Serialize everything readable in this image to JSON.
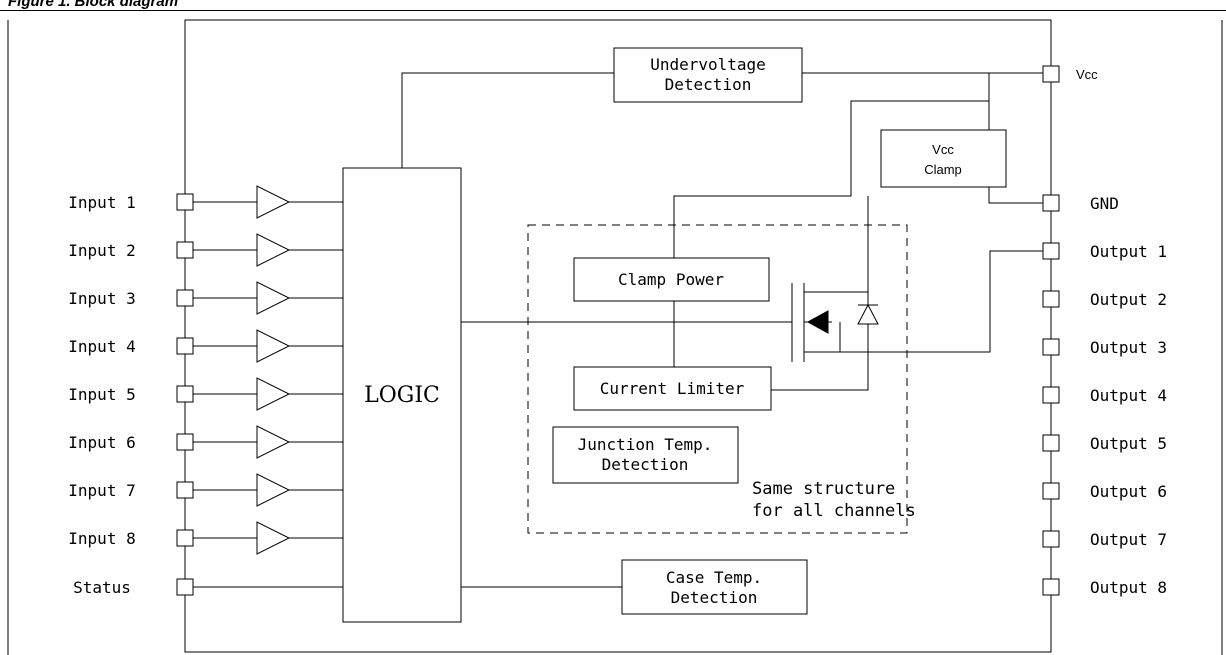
{
  "caption": "Figure 1.    Block diagram",
  "inputs": [
    "Input 1",
    "Input 2",
    "Input 3",
    "Input 4",
    "Input 5",
    "Input 6",
    "Input 7",
    "Input 8"
  ],
  "status_label": "Status",
  "outputs": [
    "Output 1",
    "Output 2",
    "Output 3",
    "Output 4",
    "Output 5",
    "Output 6",
    "Output 7",
    "Output 8"
  ],
  "vcc_label": "Vcc",
  "gnd_label": "GND",
  "logic_label": "LOGIC",
  "undervoltage": [
    "Undervoltage",
    "Detection"
  ],
  "vcc_clamp": [
    "Vcc",
    "Clamp"
  ],
  "clamp_power": "Clamp Power",
  "current_limiter": "Current Limiter",
  "junction_temp": [
    "Junction Temp.",
    "Detection"
  ],
  "case_temp": [
    "Case Temp.",
    "Detection"
  ],
  "note": [
    "Same structure",
    "for all channels"
  ]
}
